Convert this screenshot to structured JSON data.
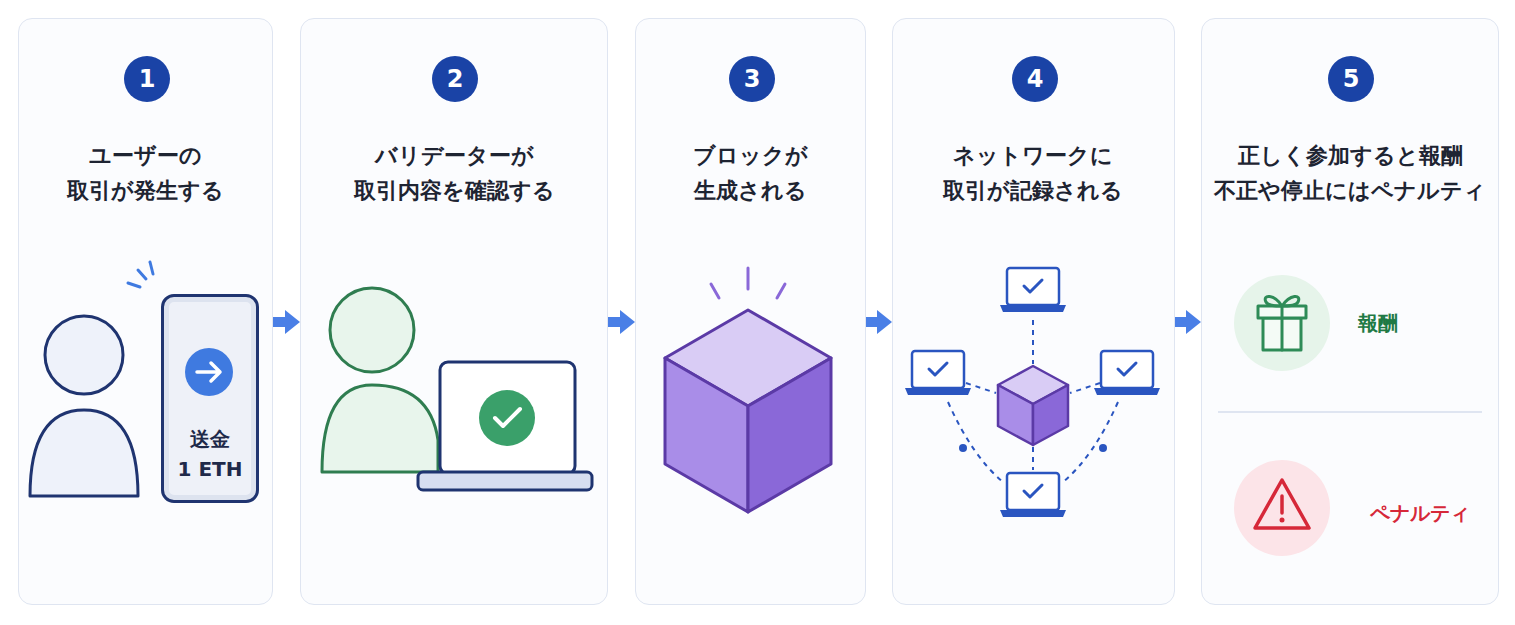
{
  "diagram": {
    "nodes": [
      {
        "text": [
          "ユーザーの 取引が発生する"
        ]
      },
      {
        "text": [
          "1"
        ],
        "in": 0
      },
      {
        "text": [
          "送金",
          "1 ETH"
        ],
        "in": 0
      },
      {
        "text": [
          "バリデーターが 取引内容を確認する"
        ]
      },
      {
        "text": [
          "2"
        ],
        "in": 3
      },
      {
        "text": [
          "ブロックが 生成される"
        ]
      },
      {
        "text": [
          "3"
        ],
        "in": 5
      },
      {
        "text": [
          "ネットワークに 取引が記録される"
        ]
      },
      {
        "text": [
          "4"
        ],
        "in": 7
      },
      {
        "text": [
          "正しく参加すると報酬 不正や停止にはペナルティ"
        ]
      },
      {
        "text": [
          "5"
        ],
        "in": 9
      }
    ],
    "edges": [
      {
        "from": 0,
        "to": 3,
        "arrow": "to"
      },
      {
        "from": 3,
        "to": 5,
        "arrow": "to"
      },
      {
        "from": 5,
        "to": 7,
        "arrow": "to"
      },
      {
        "from": 7,
        "to": 9,
        "arrow": "to"
      }
    ],
    "labels": [
      "報酬",
      "ペナルティ"
    ]
  }
}
